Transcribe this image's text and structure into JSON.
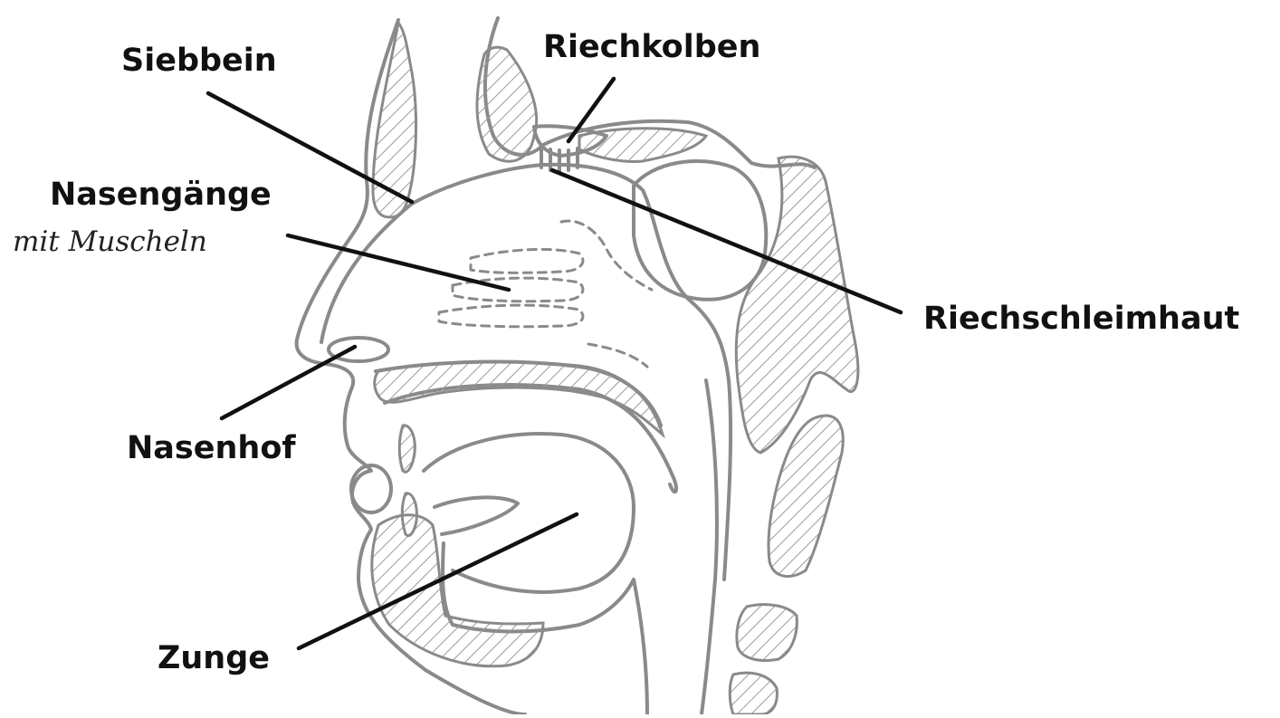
{
  "labels": {
    "siebbein": "Siebbein",
    "riechkolben": "Riechkolben",
    "nasengaenge": "Nasengänge",
    "nasengaenge_sub": "mit Muscheln",
    "riechschleimhaut": "Riechschleimhaut",
    "nasenhof": "Nasenhof",
    "zunge": "Zunge"
  },
  "colors": {
    "outline": "#8a8a8a",
    "hatch": "#9a9a9a",
    "leader": "#111111",
    "text": "#111111"
  }
}
